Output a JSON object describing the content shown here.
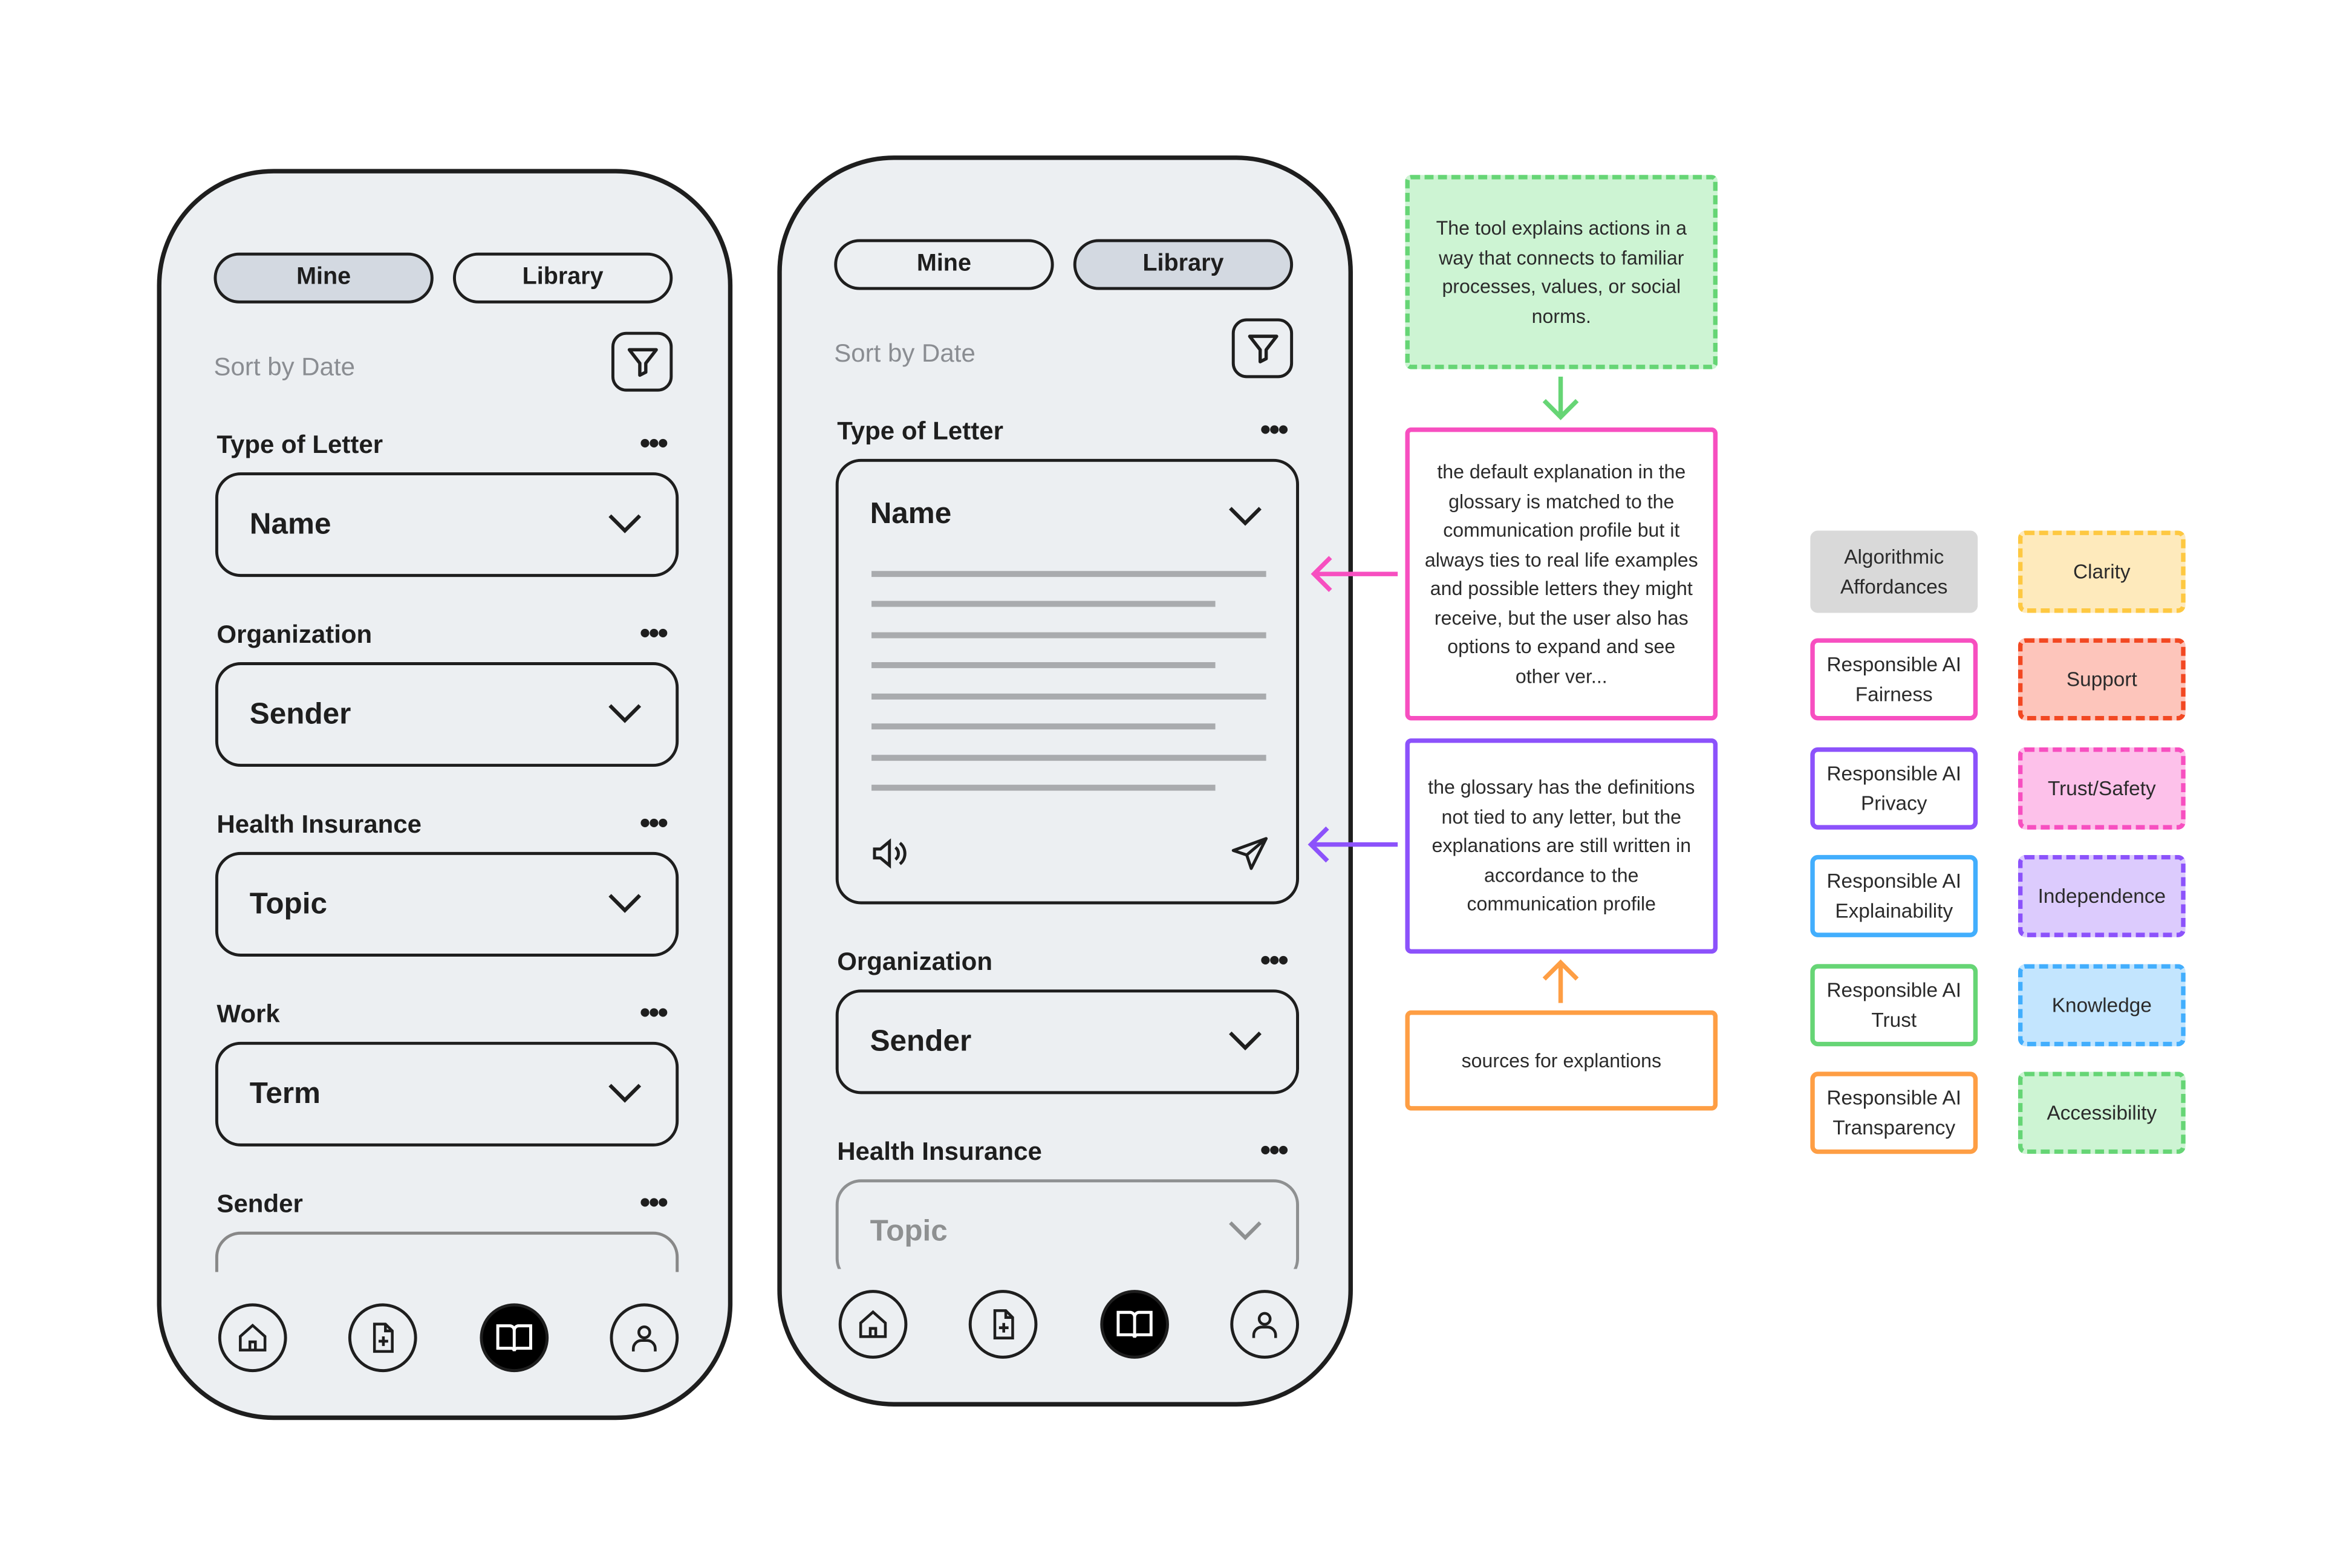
{
  "phones": [
    {
      "tabs": {
        "mine": "Mine",
        "library": "Library"
      },
      "active_tab": "Mine",
      "sort_label": "Sort by Date",
      "sections": [
        {
          "label": "Type of Letter",
          "value": "Name"
        },
        {
          "label": "Organization",
          "value": "Sender"
        },
        {
          "label": "Health Insurance",
          "value": "Topic"
        },
        {
          "label": "Work",
          "value": "Term"
        },
        {
          "label": "Sender",
          "value": ""
        }
      ]
    },
    {
      "tabs": {
        "mine": "Mine",
        "library": "Library"
      },
      "active_tab": "Library",
      "sort_label": "Sort by Date",
      "sections": [
        {
          "label": "Type of Letter",
          "value": "Name",
          "expanded": true
        },
        {
          "label": "Organization",
          "value": "Sender"
        },
        {
          "label": "Health Insurance",
          "value": "Topic"
        }
      ]
    }
  ],
  "notes": {
    "green": "The tool explains actions in a way that connects to familiar processes, values, or social norms.",
    "pink": "the default explanation in the glossary is matched to the communication profile but  it always ties to real life examples and possible letters they might receive, but the user also has options to expand and see other ver...",
    "purple": "the glossary has the definitions not tied to any letter, but the explanations are still written in accordance to the communication profile",
    "orange": "sources for explantions"
  },
  "legend": {
    "left": [
      "Algorithmic Affordances",
      "Responsible AI Fairness",
      "Responsible AI Privacy",
      "Responsible AI Explainability",
      "Responsible AI Trust",
      "Responsible AI Transparency"
    ],
    "right": [
      "Clarity",
      "Support",
      "Trust/Safety",
      "Independence",
      "Knowledge",
      "Accessibility"
    ]
  },
  "colors": {
    "green": "#66d575",
    "pink": "#f74fc0",
    "purple": "#8c52fb",
    "orange": "#fe9e44",
    "blue": "#42aefd",
    "yellow": "#fec841",
    "red": "#f24822",
    "gray": "#d9d9d9",
    "phone_bg": "#eceff2",
    "active_tab": "#d3d9e1"
  }
}
